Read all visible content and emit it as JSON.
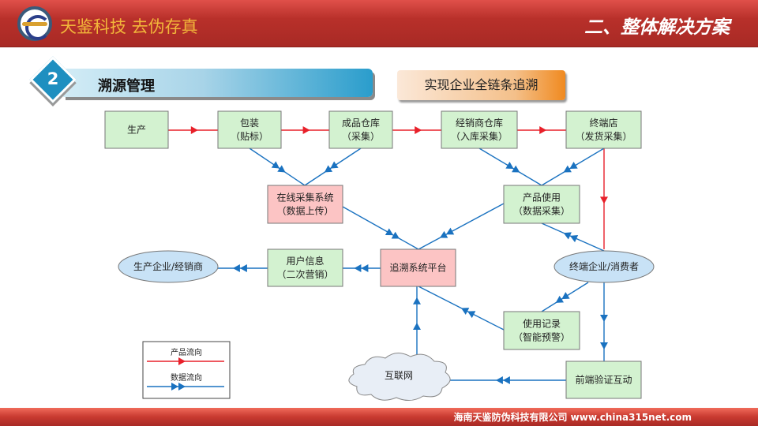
{
  "header": {
    "brand": "天鉴科技 去伪存真",
    "section_title": "二、整体解决方案"
  },
  "section": {
    "number": "2",
    "label": "溯源管理"
  },
  "subtitle": "实现企业全链条追溯",
  "nodes": {
    "production": [
      "生产"
    ],
    "packaging": [
      "包装",
      "（贴标）"
    ],
    "warehouse": [
      "成品仓库",
      "（采集）"
    ],
    "dealer": [
      "经销商仓库",
      "（入库采集）"
    ],
    "store": [
      "终端店",
      "（发货采集）"
    ],
    "online": [
      "在线采集系统",
      "（数据上传）"
    ],
    "usage": [
      "产品使用",
      "（数据采集）"
    ],
    "platform": [
      "追溯系统平台"
    ],
    "userinfo": [
      "用户信息",
      "（二次营销）"
    ],
    "producer": [
      "生产企业/经销商"
    ],
    "consumer": [
      "终端企业/消费者"
    ],
    "record": [
      "使用记录",
      "（智能预警）"
    ],
    "frontend": [
      "前端验证互动"
    ],
    "internet": [
      "互联网"
    ]
  },
  "legend": {
    "product_flow": "产品流向",
    "data_flow": "数据流向"
  },
  "colors": {
    "product": "#e8202a",
    "data": "#1a72c0",
    "green_box": "#d3f2d0",
    "pink_box": "#fcc4c4",
    "ellipse": "#c8e2f6"
  },
  "footer": "海南天鉴防伪科技有限公司   www.china315net.com"
}
